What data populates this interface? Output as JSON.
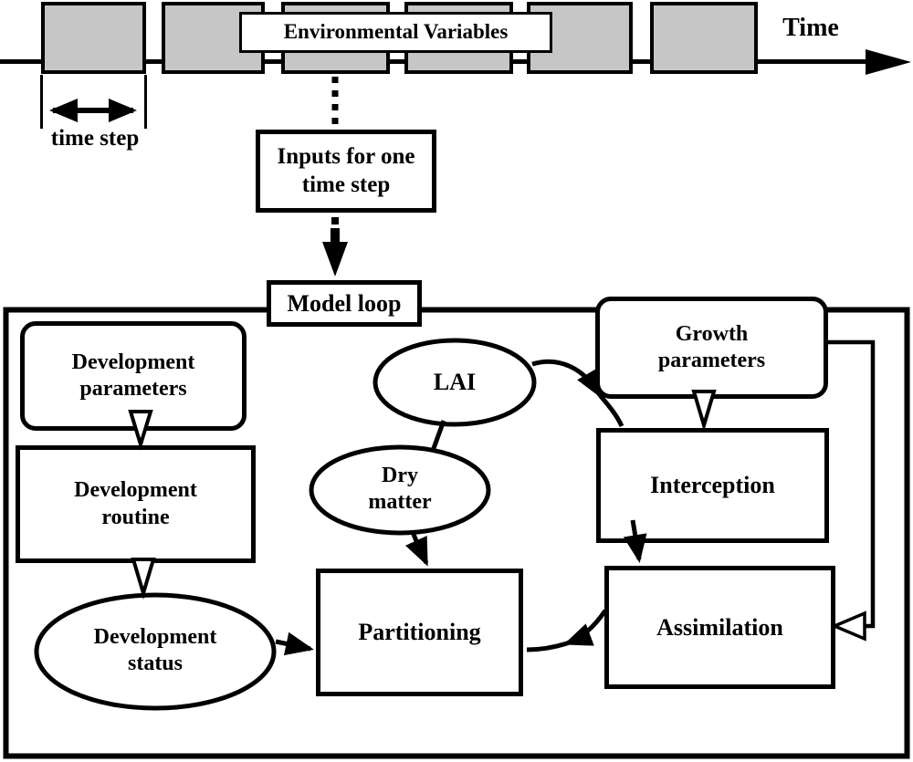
{
  "timeline": {
    "label": "Environmental Variables",
    "axis_label": "Time",
    "step_label": "time step",
    "segments": 6
  },
  "flow": {
    "inputs_label": "Inputs for one\ntime step",
    "loop_label": "Model loop"
  },
  "nodes": {
    "development_parameters": {
      "label": "Development\nparameters",
      "shape": "rounded-rectangle"
    },
    "development_routine": {
      "label": "Development\nroutine",
      "shape": "rectangle"
    },
    "development_status": {
      "label": "Development\nstatus",
      "shape": "ellipse"
    },
    "lai": {
      "label": "LAI",
      "shape": "ellipse"
    },
    "dry_matter": {
      "label": "Dry\nmatter",
      "shape": "ellipse"
    },
    "partitioning": {
      "label": "Partitioning",
      "shape": "rectangle"
    },
    "growth_parameters": {
      "label": "Growth\nparameters",
      "shape": "rounded-rectangle"
    },
    "interception": {
      "label": "Interception",
      "shape": "rectangle"
    },
    "assimilation": {
      "label": "Assimilation",
      "shape": "rectangle"
    }
  },
  "edges": [
    {
      "from": "environmental-variables",
      "to": "inputs-for-one-time-step",
      "style": "dotted-line"
    },
    {
      "from": "inputs-for-one-time-step",
      "to": "model-loop",
      "style": "dashed-solid-arrow"
    },
    {
      "from": "development-parameters",
      "to": "development-routine",
      "style": "open-arrow"
    },
    {
      "from": "development-routine",
      "to": "development-status",
      "style": "open-arrow"
    },
    {
      "from": "development-status",
      "to": "partitioning",
      "style": "solid-arrow"
    },
    {
      "from": "lai",
      "to": "dry-matter",
      "style": "plain-line"
    },
    {
      "from": "lai",
      "to": "interception",
      "style": "curved-solid-arrow"
    },
    {
      "from": "dry-matter",
      "to": "partitioning",
      "style": "solid-arrow"
    },
    {
      "from": "growth-parameters",
      "to": "interception",
      "style": "open-arrow"
    },
    {
      "from": "growth-parameters",
      "to": "assimilation",
      "style": "elbow-open-arrow"
    },
    {
      "from": "interception",
      "to": "assimilation",
      "style": "solid-arrow"
    },
    {
      "from": "assimilation",
      "to": "partitioning",
      "style": "curved-solid-arrow"
    }
  ],
  "colors": {
    "ink": "#000000",
    "segment_fill": "#c6c6c6",
    "background": "#ffffff"
  }
}
